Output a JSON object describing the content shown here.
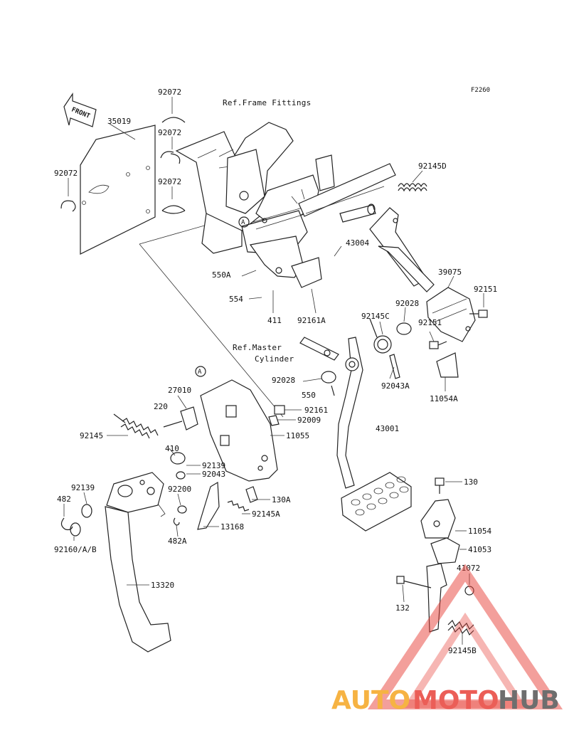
{
  "figure_code": "F2260",
  "front_label": "FRONT",
  "refs": {
    "frame_fittings": "Ref.Frame Fittings",
    "master_line1": "Ref.Master",
    "master_line2": "Cylinder"
  },
  "callout_letter": "A",
  "parts": [
    "92072",
    "35019",
    "92072",
    "92072",
    "92072",
    "92145D",
    "43004",
    "550A",
    "554",
    "411",
    "92161A",
    "39075",
    "92151",
    "92028",
    "92145C",
    "92151",
    "11054A",
    "92028",
    "550",
    "92043A",
    "92161",
    "92009",
    "11055",
    "27010",
    "220",
    "92145",
    "410",
    "92139",
    "92043",
    "43001",
    "92139",
    "482",
    "92160/A/B",
    "92200",
    "482A",
    "13168",
    "92145A",
    "130A",
    "13320",
    "130",
    "11054",
    "41053",
    "41072",
    "132",
    "92145B"
  ],
  "watermark": {
    "part1": "AUTO",
    "part2": "MOTO",
    "part3": "HUB",
    "colors": {
      "auto": "#f5a623",
      "moto": "#e8423a",
      "hub": "#555555"
    }
  }
}
